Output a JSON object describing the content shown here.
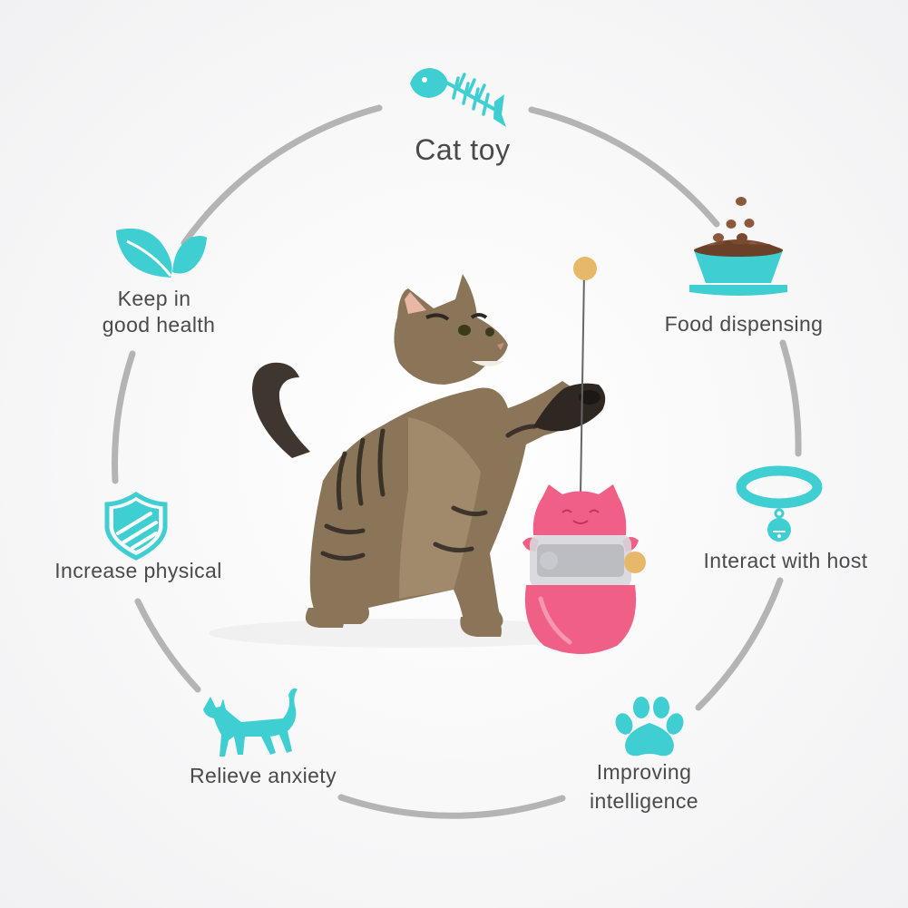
{
  "features": {
    "top": {
      "label": "Cat toy",
      "icon": "fish-bone-icon"
    },
    "food": {
      "label": "Food dispensing",
      "icon": "food-bowl-icon"
    },
    "interact": {
      "label": "Interact with host",
      "icon": "collar-bell-icon"
    },
    "intelligence": {
      "line1": "Improving",
      "line2": "intelligence",
      "icon": "paw-print-icon"
    },
    "anxiety": {
      "label": "Relieve anxiety",
      "icon": "walking-cat-icon"
    },
    "physical": {
      "label": "Increase physical",
      "icon": "shield-icon"
    },
    "health": {
      "line1": "Keep in",
      "line2": "good health",
      "icon": "leaves-icon"
    }
  },
  "colors": {
    "accent": "#3fcfd3",
    "ring": "#b4b4b4",
    "text": "#4a4a4a",
    "toy_pink": "#ef5f86"
  }
}
